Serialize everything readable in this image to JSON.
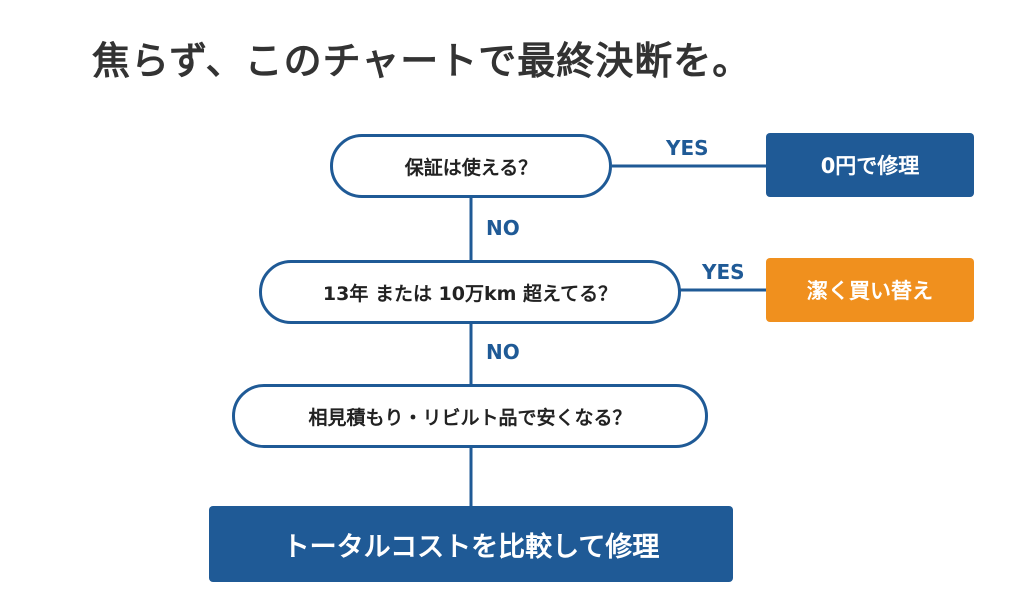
{
  "title": "焦らず、このチャートで最終決断を。",
  "colors": {
    "primary": "#1f5a96",
    "accent": "#f0901e",
    "text": "#222222"
  },
  "nodes": {
    "q1": "保証は使える？",
    "q2": "13年 または 10万km 超えてる？",
    "q3": "相見積もり・リビルト品で安くなる？",
    "r1": "0円で修理",
    "r2": "潔く買い替え",
    "r3": "トータルコストを比較して修理"
  },
  "edges": {
    "yes1": "YES",
    "no1": "NO",
    "yes2": "YES",
    "no2": "NO"
  }
}
